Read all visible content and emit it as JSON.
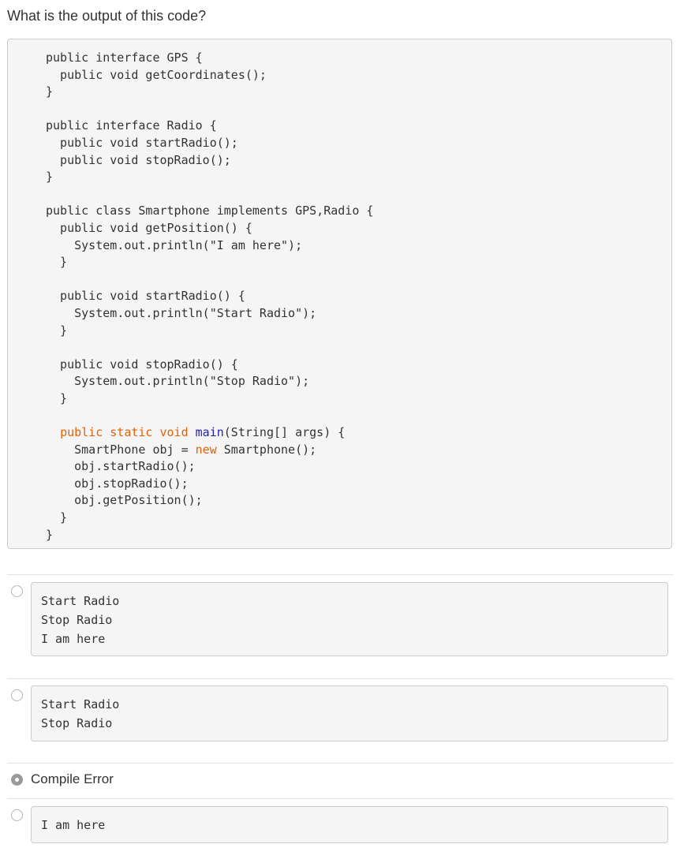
{
  "question": "What is the output of this code?",
  "code": {
    "lines": [
      "public interface GPS {",
      "  public void getCoordinates();",
      "}",
      "",
      "public interface Radio {",
      "  public void startRadio();",
      "  public void stopRadio();",
      "}",
      "",
      "public class Smartphone implements GPS,Radio {",
      "  public void getPosition() {",
      "    System.out.println(\"I am here\");",
      "  }",
      "",
      "  public void startRadio() {",
      "    System.out.println(\"Start Radio\");",
      "  }",
      "",
      "  public void stopRadio() {",
      "    System.out.println(\"Stop Radio\");",
      "  }",
      "",
      "  public static void main(String[] args) {",
      "    SmartPhone obj = new Smartphone();",
      "    obj.startRadio();",
      "    obj.stopRadio();",
      "    obj.getPosition();",
      "  }",
      "}"
    ]
  },
  "options": [
    {
      "lines": [
        "Start Radio",
        "Stop Radio",
        "I am here"
      ],
      "selected": false,
      "code": true
    },
    {
      "lines": [
        "Start Radio",
        "Stop Radio"
      ],
      "selected": false,
      "code": true
    },
    {
      "label": "Compile Error",
      "selected": true,
      "code": false
    },
    {
      "lines": [
        "I am here"
      ],
      "selected": false,
      "code": true
    }
  ],
  "colors": {
    "keyword": "#e36209",
    "function": "#1f1fb0",
    "code_bg": "#f5f5f5"
  }
}
